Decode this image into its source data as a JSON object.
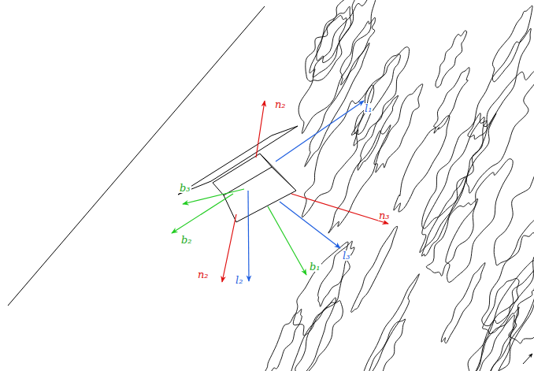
{
  "diagram": {
    "labels": [
      "n₂",
      "l₁",
      "b₃",
      "b₂",
      "n₂",
      "l₂",
      "b₁",
      "l₃",
      "n₃"
    ]
  }
}
